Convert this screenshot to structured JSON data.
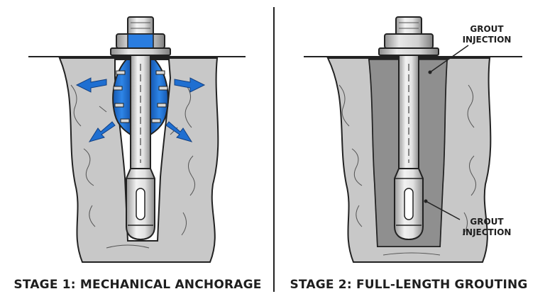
{
  "stage1": {
    "caption": "STAGE 1: MECHANICAL ANCHORAGE"
  },
  "stage2": {
    "caption": "STAGE 2: FULL-LENGTH GROUTING",
    "callouts": [
      {
        "line1": "GROUT",
        "line2": "INJECTION"
      },
      {
        "line1": "GROUT",
        "line2": "INJECTION"
      }
    ]
  },
  "colors": {
    "rock": "#c8c8c8",
    "grout": "#8f8f8f",
    "anchor_blue": "#1f6fd1",
    "steel": "#d9d9d9",
    "outline": "#222222"
  }
}
